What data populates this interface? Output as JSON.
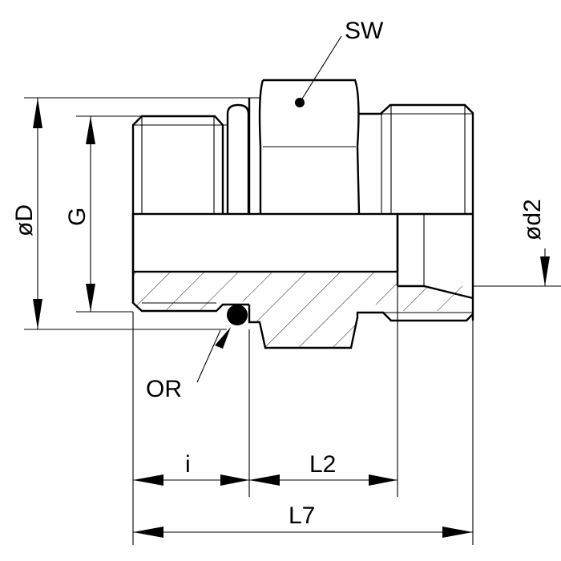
{
  "labels": {
    "sw": "SW",
    "od": "øD",
    "g": "G",
    "od2": "ød2",
    "or": "OR",
    "i": "i",
    "l2": "L2",
    "l7": "L7"
  },
  "colors": {
    "line": "#000000",
    "background": "#ffffff"
  }
}
